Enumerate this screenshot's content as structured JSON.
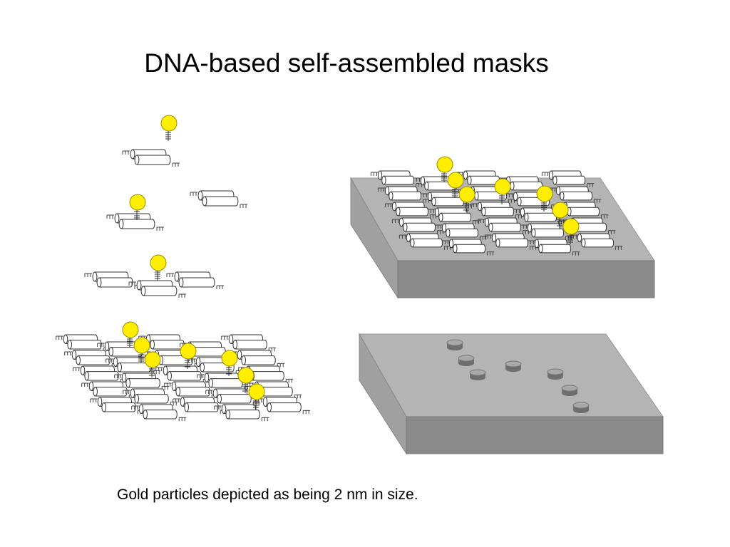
{
  "slide": {
    "title": "DNA-based self-assembled masks",
    "caption": "Gold particles depicted as being 2 nm in size."
  },
  "colors": {
    "gold": "#ffee00",
    "gold_outline": "#9a8e00",
    "tile_fill": "#ffffff",
    "tile_stroke": "#333333",
    "substrate_top": "#b4b4b4",
    "substrate_front": "#8a8a8a",
    "substrate_side": "#a0a0a0",
    "disk_color": "#808080"
  },
  "stages": [
    "single-dna-tile-with-gold",
    "tile-with-gold-and-bare-tile",
    "three-tile-assembly",
    "tile-lattice-with-gold",
    "lattice-on-substrate",
    "substrate-with-metal-dots"
  ]
}
